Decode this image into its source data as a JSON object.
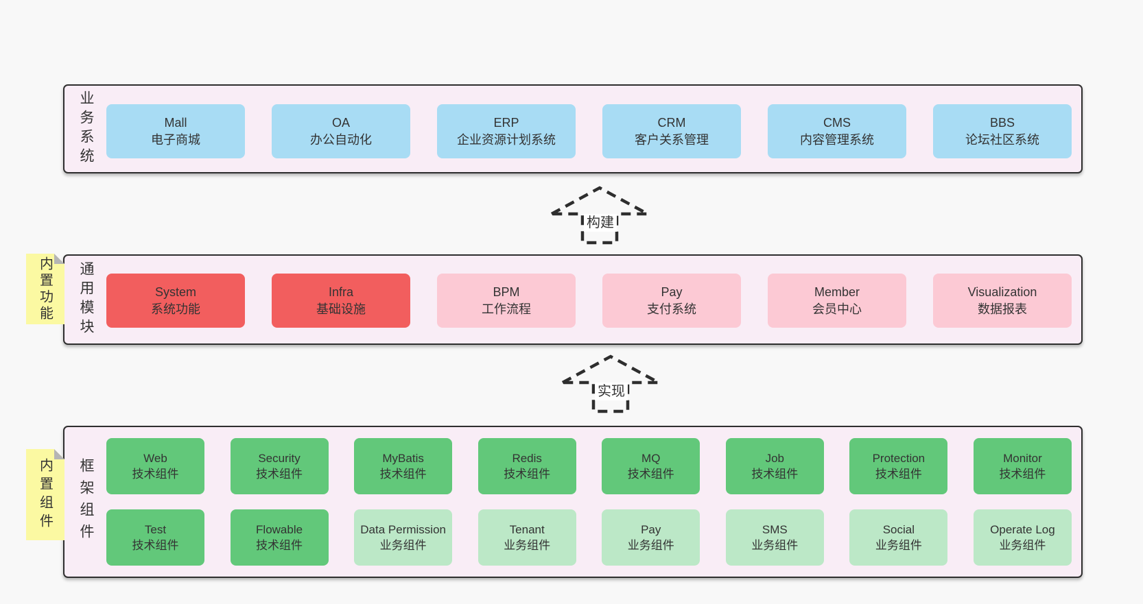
{
  "layers": {
    "business": {
      "label": "业务系统",
      "boxes": [
        {
          "title": "Mall",
          "subtitle": "电子商城"
        },
        {
          "title": "OA",
          "subtitle": "办公自动化"
        },
        {
          "title": "ERP",
          "subtitle": "企业资源计划系统"
        },
        {
          "title": "CRM",
          "subtitle": "客户关系管理"
        },
        {
          "title": "CMS",
          "subtitle": "内容管理系统"
        },
        {
          "title": "BBS",
          "subtitle": "论坛社区系统"
        }
      ]
    },
    "modules": {
      "label": "通用模块",
      "tag": "内置功能",
      "boxes": [
        {
          "title": "System",
          "subtitle": "系统功能"
        },
        {
          "title": "Infra",
          "subtitle": "基础设施"
        },
        {
          "title": "BPM",
          "subtitle": "工作流程"
        },
        {
          "title": "Pay",
          "subtitle": "支付系统"
        },
        {
          "title": "Member",
          "subtitle": "会员中心"
        },
        {
          "title": "Visualization",
          "subtitle": "数据报表"
        }
      ]
    },
    "components": {
      "label": "框架组件",
      "tag": "内置组件",
      "row1": [
        {
          "title": "Web",
          "subtitle": "技术组件"
        },
        {
          "title": "Security",
          "subtitle": "技术组件"
        },
        {
          "title": "MyBatis",
          "subtitle": "技术组件"
        },
        {
          "title": "Redis",
          "subtitle": "技术组件"
        },
        {
          "title": "MQ",
          "subtitle": "技术组件"
        },
        {
          "title": "Job",
          "subtitle": "技术组件"
        },
        {
          "title": "Protection",
          "subtitle": "技术组件"
        },
        {
          "title": "Monitor",
          "subtitle": "技术组件"
        }
      ],
      "row2": [
        {
          "title": "Test",
          "subtitle": "技术组件"
        },
        {
          "title": "Flowable",
          "subtitle": "技术组件"
        },
        {
          "title": "Data Permission",
          "subtitle": "业务组件"
        },
        {
          "title": "Tenant",
          "subtitle": "业务组件"
        },
        {
          "title": "Pay",
          "subtitle": "业务组件"
        },
        {
          "title": "SMS",
          "subtitle": "业务组件"
        },
        {
          "title": "Social",
          "subtitle": "业务组件"
        },
        {
          "title": "Operate Log",
          "subtitle": "业务组件"
        }
      ]
    }
  },
  "arrows": [
    {
      "label": "构建"
    },
    {
      "label": "实现"
    }
  ],
  "colors": {
    "page-bg": "#f8f8f8",
    "container-bg": "#f9edf6",
    "border": "#2e2e2e",
    "text": "#333333",
    "blue": "#a8dcf4",
    "red": "#f25e5e",
    "pink": "#fcc9d4",
    "green-dark": "#62c87a",
    "green-light": "#bce8c7",
    "yellow": "#fbf9a2",
    "fold": "#b5b5b5"
  }
}
